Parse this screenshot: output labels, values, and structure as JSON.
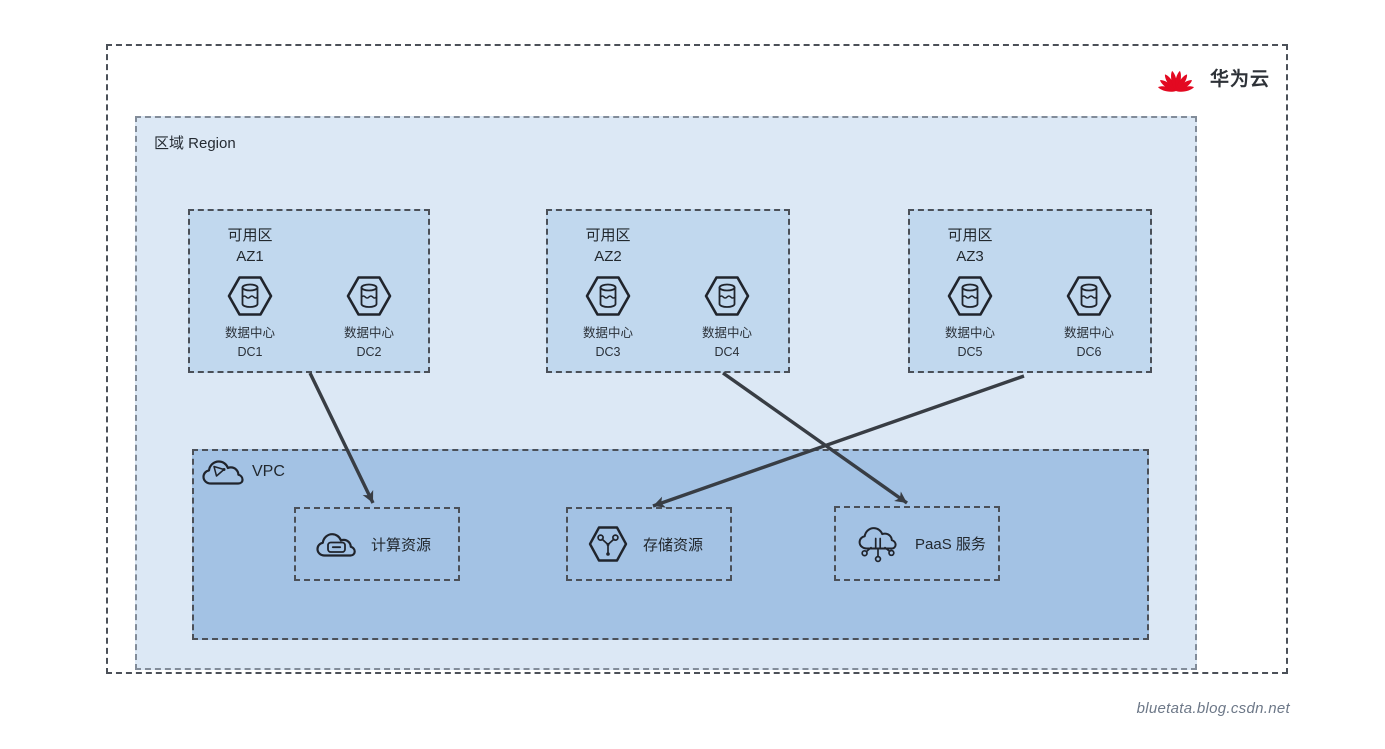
{
  "logo": {
    "brand": "华为云",
    "icon": "huawei-flower-icon",
    "brand_color": "#E30921"
  },
  "region": {
    "label": "区域 Region"
  },
  "azs": [
    {
      "title_zh": "可用区",
      "name": "AZ1",
      "dcs": [
        {
          "type_zh": "数据中心",
          "name": "DC1",
          "icon": "datacenter-hexagon-database-icon"
        },
        {
          "type_zh": "数据中心",
          "name": "DC2",
          "icon": "datacenter-hexagon-database-icon"
        }
      ]
    },
    {
      "title_zh": "可用区",
      "name": "AZ2",
      "dcs": [
        {
          "type_zh": "数据中心",
          "name": "DC3",
          "icon": "datacenter-hexagon-database-icon"
        },
        {
          "type_zh": "数据中心",
          "name": "DC4",
          "icon": "datacenter-hexagon-database-icon"
        }
      ]
    },
    {
      "title_zh": "可用区",
      "name": "AZ3",
      "dcs": [
        {
          "type_zh": "数据中心",
          "name": "DC5",
          "icon": "datacenter-hexagon-database-icon"
        },
        {
          "type_zh": "数据中心",
          "name": "DC6",
          "icon": "datacenter-hexagon-database-icon"
        }
      ]
    }
  ],
  "vpc": {
    "label": "VPC",
    "icon": "vpc-cloud-icon",
    "resources": [
      {
        "label": "计算资源",
        "icon": "compute-cloud-server-icon"
      },
      {
        "label": "存储资源",
        "icon": "storage-hexagon-node-icon"
      },
      {
        "label": "PaaS 服务",
        "icon": "paas-cloud-circuit-icon"
      }
    ]
  },
  "connections": [
    {
      "from": "AZ1",
      "to": "计算资源"
    },
    {
      "from": "AZ2-DC4",
      "to": "PaaS 服务"
    },
    {
      "from": "AZ3",
      "to": "存储资源"
    }
  ],
  "watermark": "bluetata.blog.csdn.net",
  "colors": {
    "region_fill": "#dce8f5",
    "az_fill": "#c1d8ee",
    "vpc_fill": "#a3c2e4",
    "dash_dark": "#4b5058",
    "dash_gray": "#828c99",
    "arrow": "#383d44",
    "text_dark": "#252b33",
    "brand_red": "#E30921",
    "watermark_gray": "#6d7888"
  }
}
